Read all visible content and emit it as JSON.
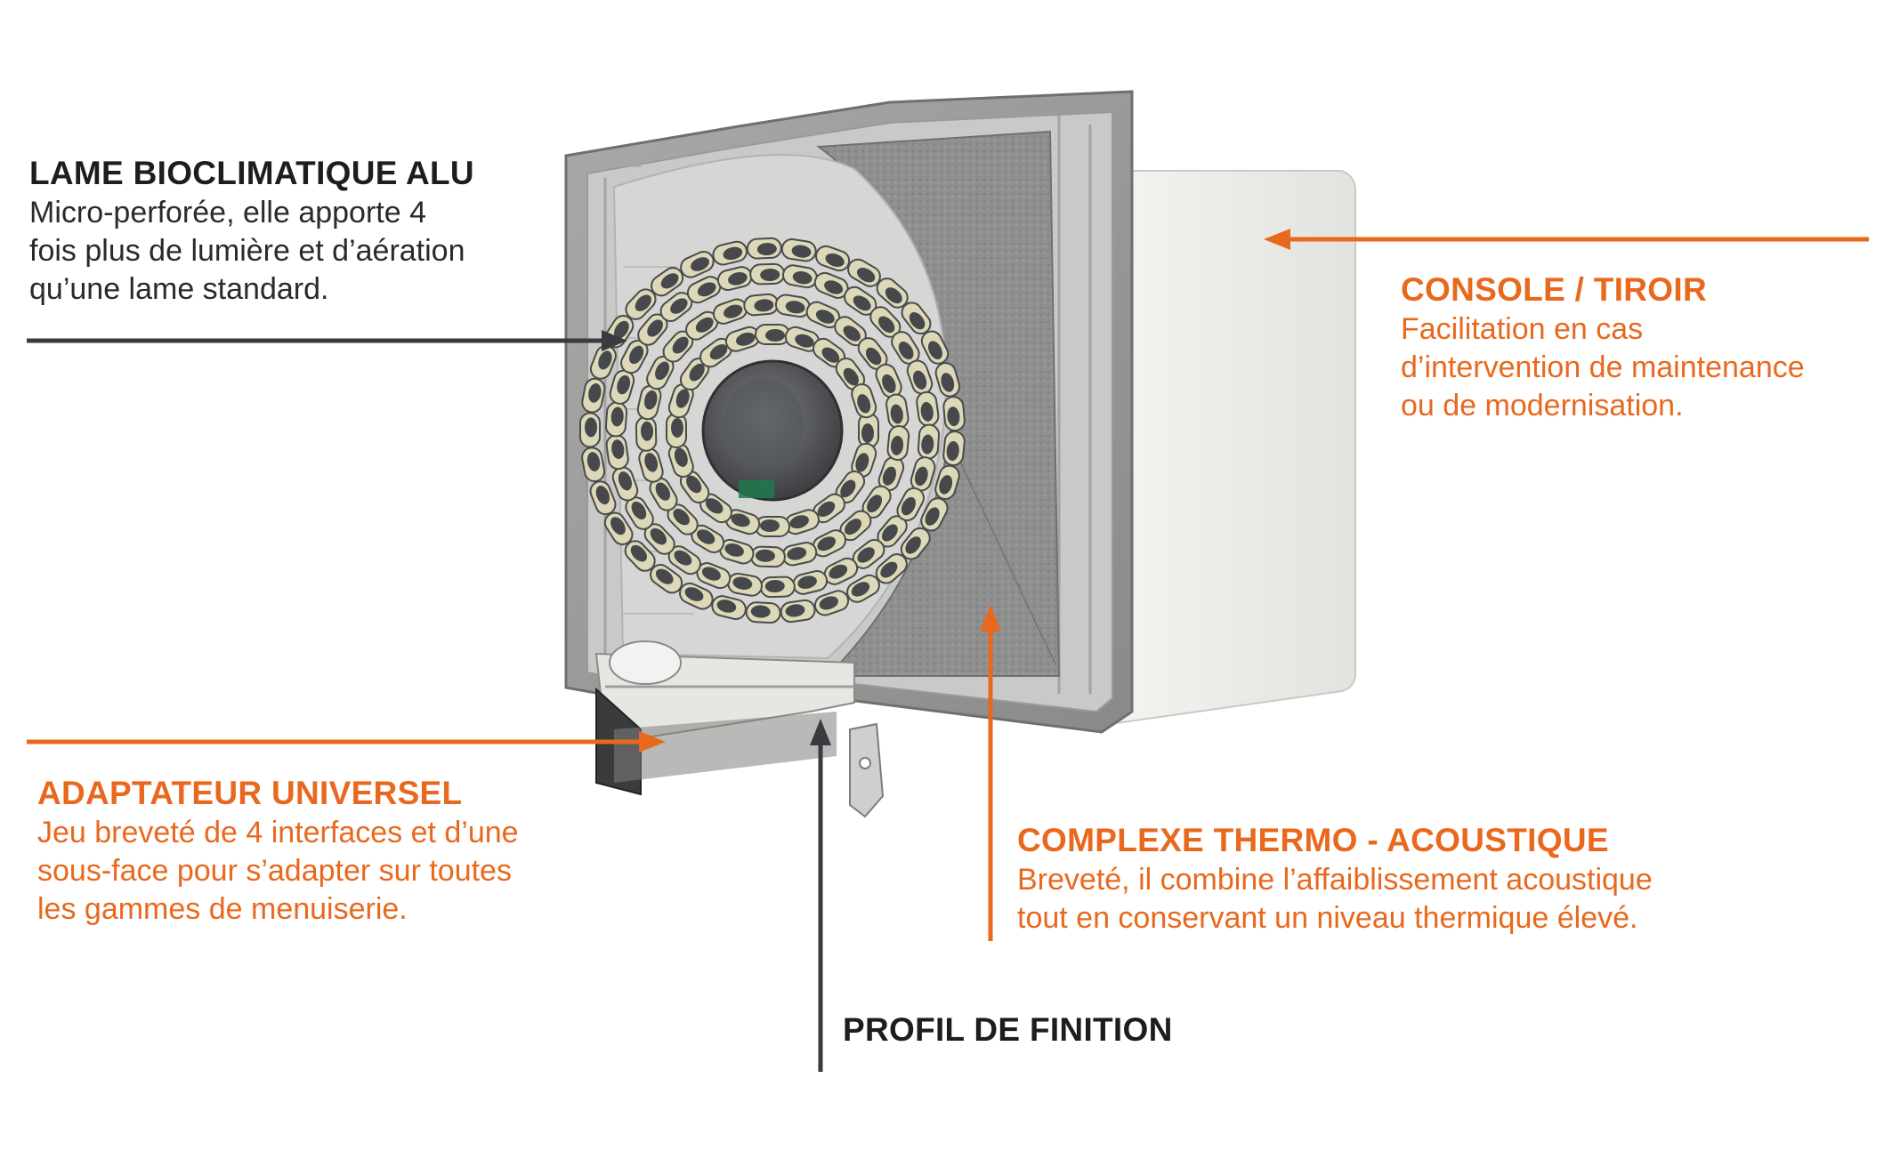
{
  "colors": {
    "accent_orange": "#e8691e",
    "dark_grey": "#3a3a40"
  },
  "callouts": {
    "lame": {
      "title": "LAME BIOCLIMATIQUE ALU",
      "lines": [
        "Micro-perforée, elle apporte 4",
        "fois plus de lumière et d’aération",
        "qu’une lame standard."
      ]
    },
    "console": {
      "title": "CONSOLE / TIROIR",
      "lines": [
        "Facilitation en cas",
        "d’intervention de maintenance",
        "ou de modernisation."
      ]
    },
    "adaptateur": {
      "title": "ADAPTATEUR UNIVERSEL",
      "lines": [
        "Jeu breveté de 4 interfaces et d’une",
        "sous-face pour s’adapter sur toutes",
        "les gammes de menuiserie."
      ]
    },
    "complexe": {
      "title": "COMPLEXE THERMO - ACOUSTIQUE",
      "lines": [
        "Breveté, il combine l’affaiblissement acoustique",
        "tout en conservant un niveau thermique élevé."
      ]
    },
    "profil": {
      "title": "PROFIL DE FINITION"
    }
  }
}
